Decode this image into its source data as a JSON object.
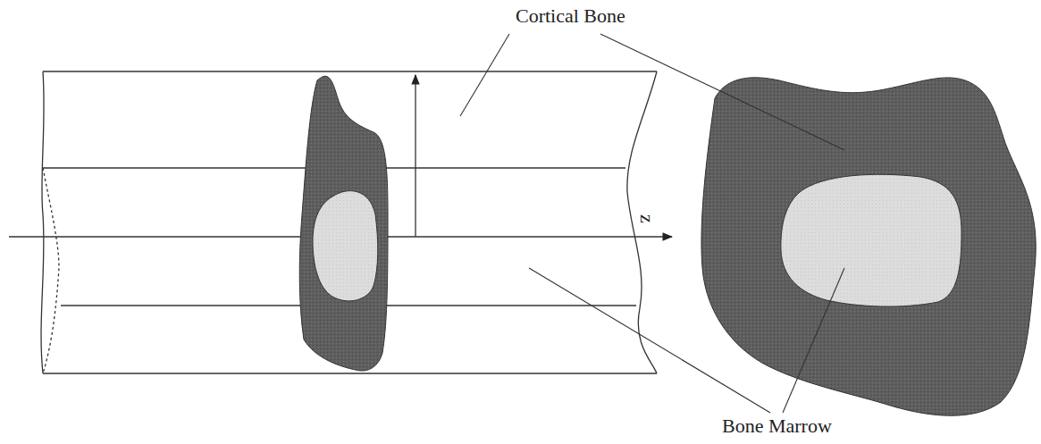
{
  "diagram": {
    "labels": [
      "Cortical Bone",
      "Bone Marrow",
      "z"
    ]
  }
}
